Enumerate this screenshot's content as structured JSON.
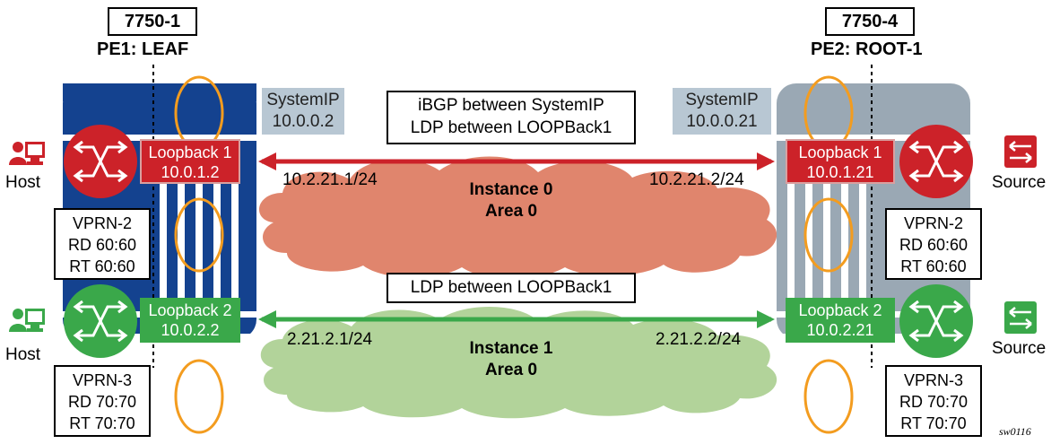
{
  "colors": {
    "pe1_body": "#14428f",
    "pe2_body": "#9aa8b4",
    "red": "#cc2229",
    "green": "#3aa84a",
    "orange": "#f39c1f",
    "cloud_red": "#e0856d",
    "cloud_green": "#b2d39a",
    "systemip_bg": "#b8c7d3"
  },
  "pe1": {
    "model": "7750-1",
    "role": "PE1: LEAF",
    "system_ip_label": "SystemIP",
    "system_ip": "10.0.0.2",
    "loopback1_label": "Loopback 1",
    "loopback1_ip": "10.0.1.2",
    "loopback2_label": "Loopback 2",
    "loopback2_ip": "10.0.2.2",
    "vprn2": {
      "name": "VPRN-2",
      "rd": "RD 60:60",
      "rt": "RT 60:60"
    },
    "vprn3": {
      "name": "VPRN-3",
      "rd": "RD 70:70",
      "rt": "RT 70:70"
    },
    "host_top": "Host",
    "host_bottom": "Host"
  },
  "pe2": {
    "model": "7750-4",
    "role": "PE2: ROOT-1",
    "system_ip_label": "SystemIP",
    "system_ip": "10.0.0.21",
    "loopback1_label": "Loopback 1",
    "loopback1_ip": "10.0.1.21",
    "loopback2_label": "Loopback 2",
    "loopback2_ip": "10.0.2.21",
    "vprn2": {
      "name": "VPRN-2",
      "rd": "RD 60:60",
      "rt": "RT 60:60"
    },
    "vprn3": {
      "name": "VPRN-3",
      "rd": "RD 70:70",
      "rt": "RT 70:70"
    },
    "source_top": "Source",
    "source_bottom": "Source"
  },
  "links": {
    "ibgp_line1": "iBGP between SystemIP",
    "ibgp_line2": "LDP between LOOPBack1",
    "ldp_bottom": "LDP between LOOPBack1",
    "top_left_ip": "10.2.21.1/24",
    "top_right_ip": "10.2.21.2/24",
    "bottom_left_ip": "2.21.2.1/24",
    "bottom_right_ip": "2.21.2.2/24"
  },
  "instances": {
    "top_name": "Instance 0",
    "top_area": "Area 0",
    "bottom_name": "Instance 1",
    "bottom_area": "Area 0"
  },
  "figure_id": "sw0116"
}
